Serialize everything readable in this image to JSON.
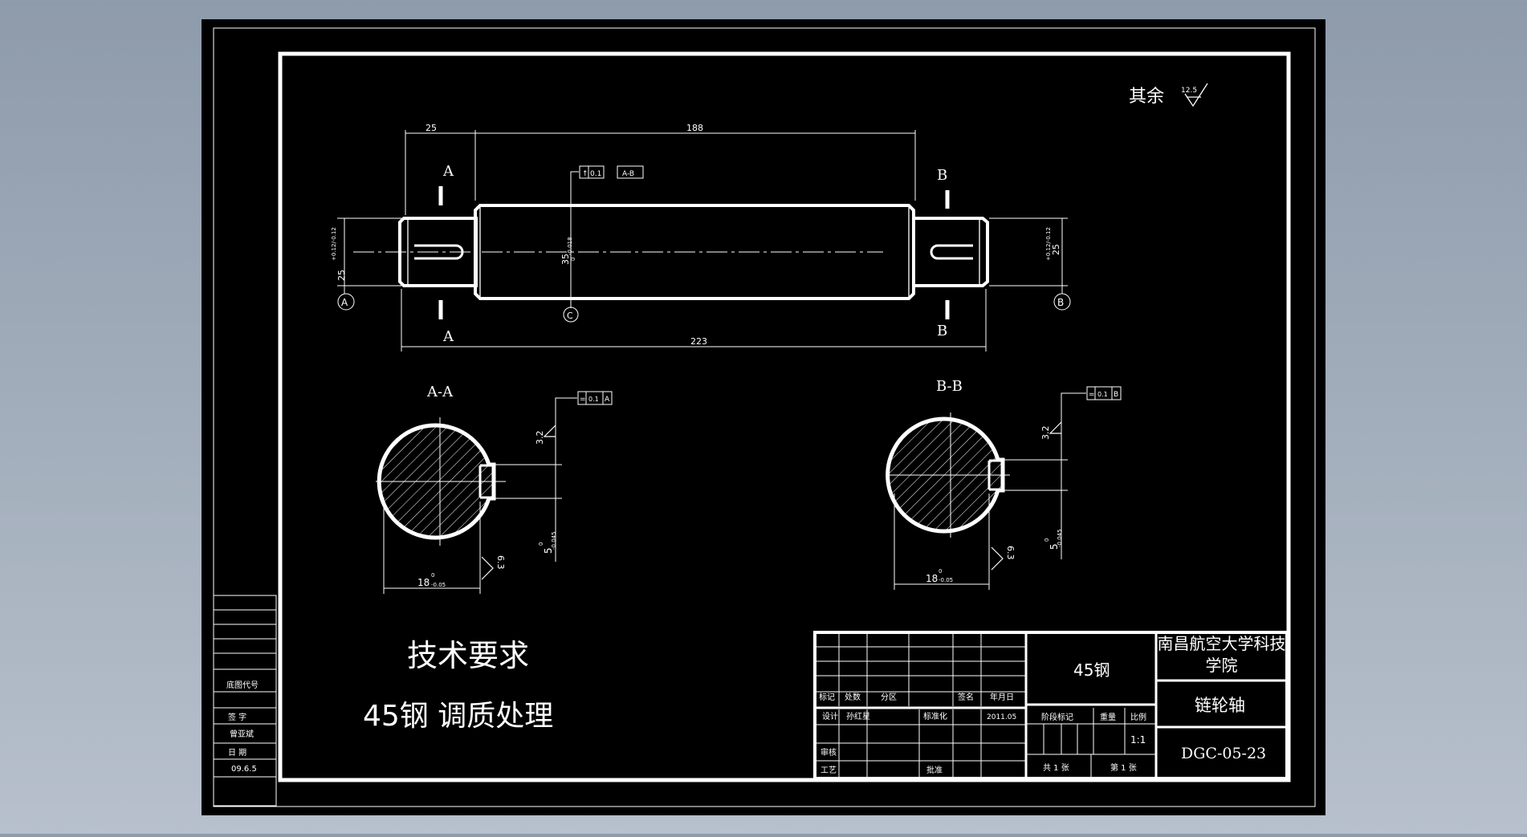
{
  "drawing": {
    "surface_note": "其余",
    "surface_note_value": "12.5",
    "dimensions": {
      "left_step": "25",
      "middle_length": "188",
      "total_length": "223",
      "mid_diameter": "35",
      "mid_tol_upper": "0",
      "mid_tol_lower": "-0.018",
      "left_diameter": "25",
      "left_tol": "+0.12/-0.12",
      "right_diameter": "25",
      "right_tol": "+0.12/-0.12"
    },
    "section_marks": {
      "a": "A",
      "b": "B"
    },
    "datums": {
      "a": "A",
      "b": "B",
      "c": "C"
    },
    "tolerance_frame_top": {
      "symbol": "↑",
      "value": "0.1",
      "datum": "A-B"
    },
    "section_aa": {
      "title": "A-A",
      "frame": {
        "symbol": "=",
        "value": "0.1",
        "datum": "A"
      },
      "roughness_top": "3.2",
      "roughness_bottom": "6.3",
      "width_dim": "18",
      "width_tol_upper": "0",
      "width_tol_lower": "-0.05",
      "key_dim": "5",
      "key_tol_upper": "0",
      "key_tol_lower": "-0.045"
    },
    "section_bb": {
      "title": "B-B",
      "frame": {
        "symbol": "=",
        "value": "0.1",
        "datum": "B"
      },
      "roughness_top": "3.2",
      "roughness_bottom": "6.3",
      "width_dim": "18",
      "width_tol_upper": "0",
      "width_tol_lower": "-0.05",
      "key_dim": "5",
      "key_tol_upper": "0",
      "key_tol_lower": "-0.045"
    },
    "tech_req_title": "技术要求",
    "tech_req_body": "45钢 调质处理"
  },
  "side_block": {
    "base_code": "底图代号",
    "signature": "签 字",
    "signer": "曾亚斌",
    "date_label": "日 期",
    "date_value": "09.6.5"
  },
  "title_block": {
    "material": "45钢",
    "school": "南昌航空大学科技学院",
    "part_name": "链轮轴",
    "drawing_no": "DGC-05-23",
    "scale_value": "1:1",
    "labels": {
      "mark": "标记",
      "count": "处数",
      "zone": "分区",
      "sign": "签名",
      "date": "年月日",
      "design": "设计",
      "designer": "孙红星",
      "standard": "标准化",
      "design_date": "2011.05",
      "review": "审核",
      "process": "工艺",
      "approve": "批准",
      "stage": "阶段标记",
      "weight": "重量",
      "scale": "比例",
      "sheets_total": "共 1 张",
      "sheet_no": "第 1 张"
    }
  },
  "colors": {
    "sheet": "#000000",
    "line": "#ffffff",
    "hatch": "#ffffff"
  }
}
